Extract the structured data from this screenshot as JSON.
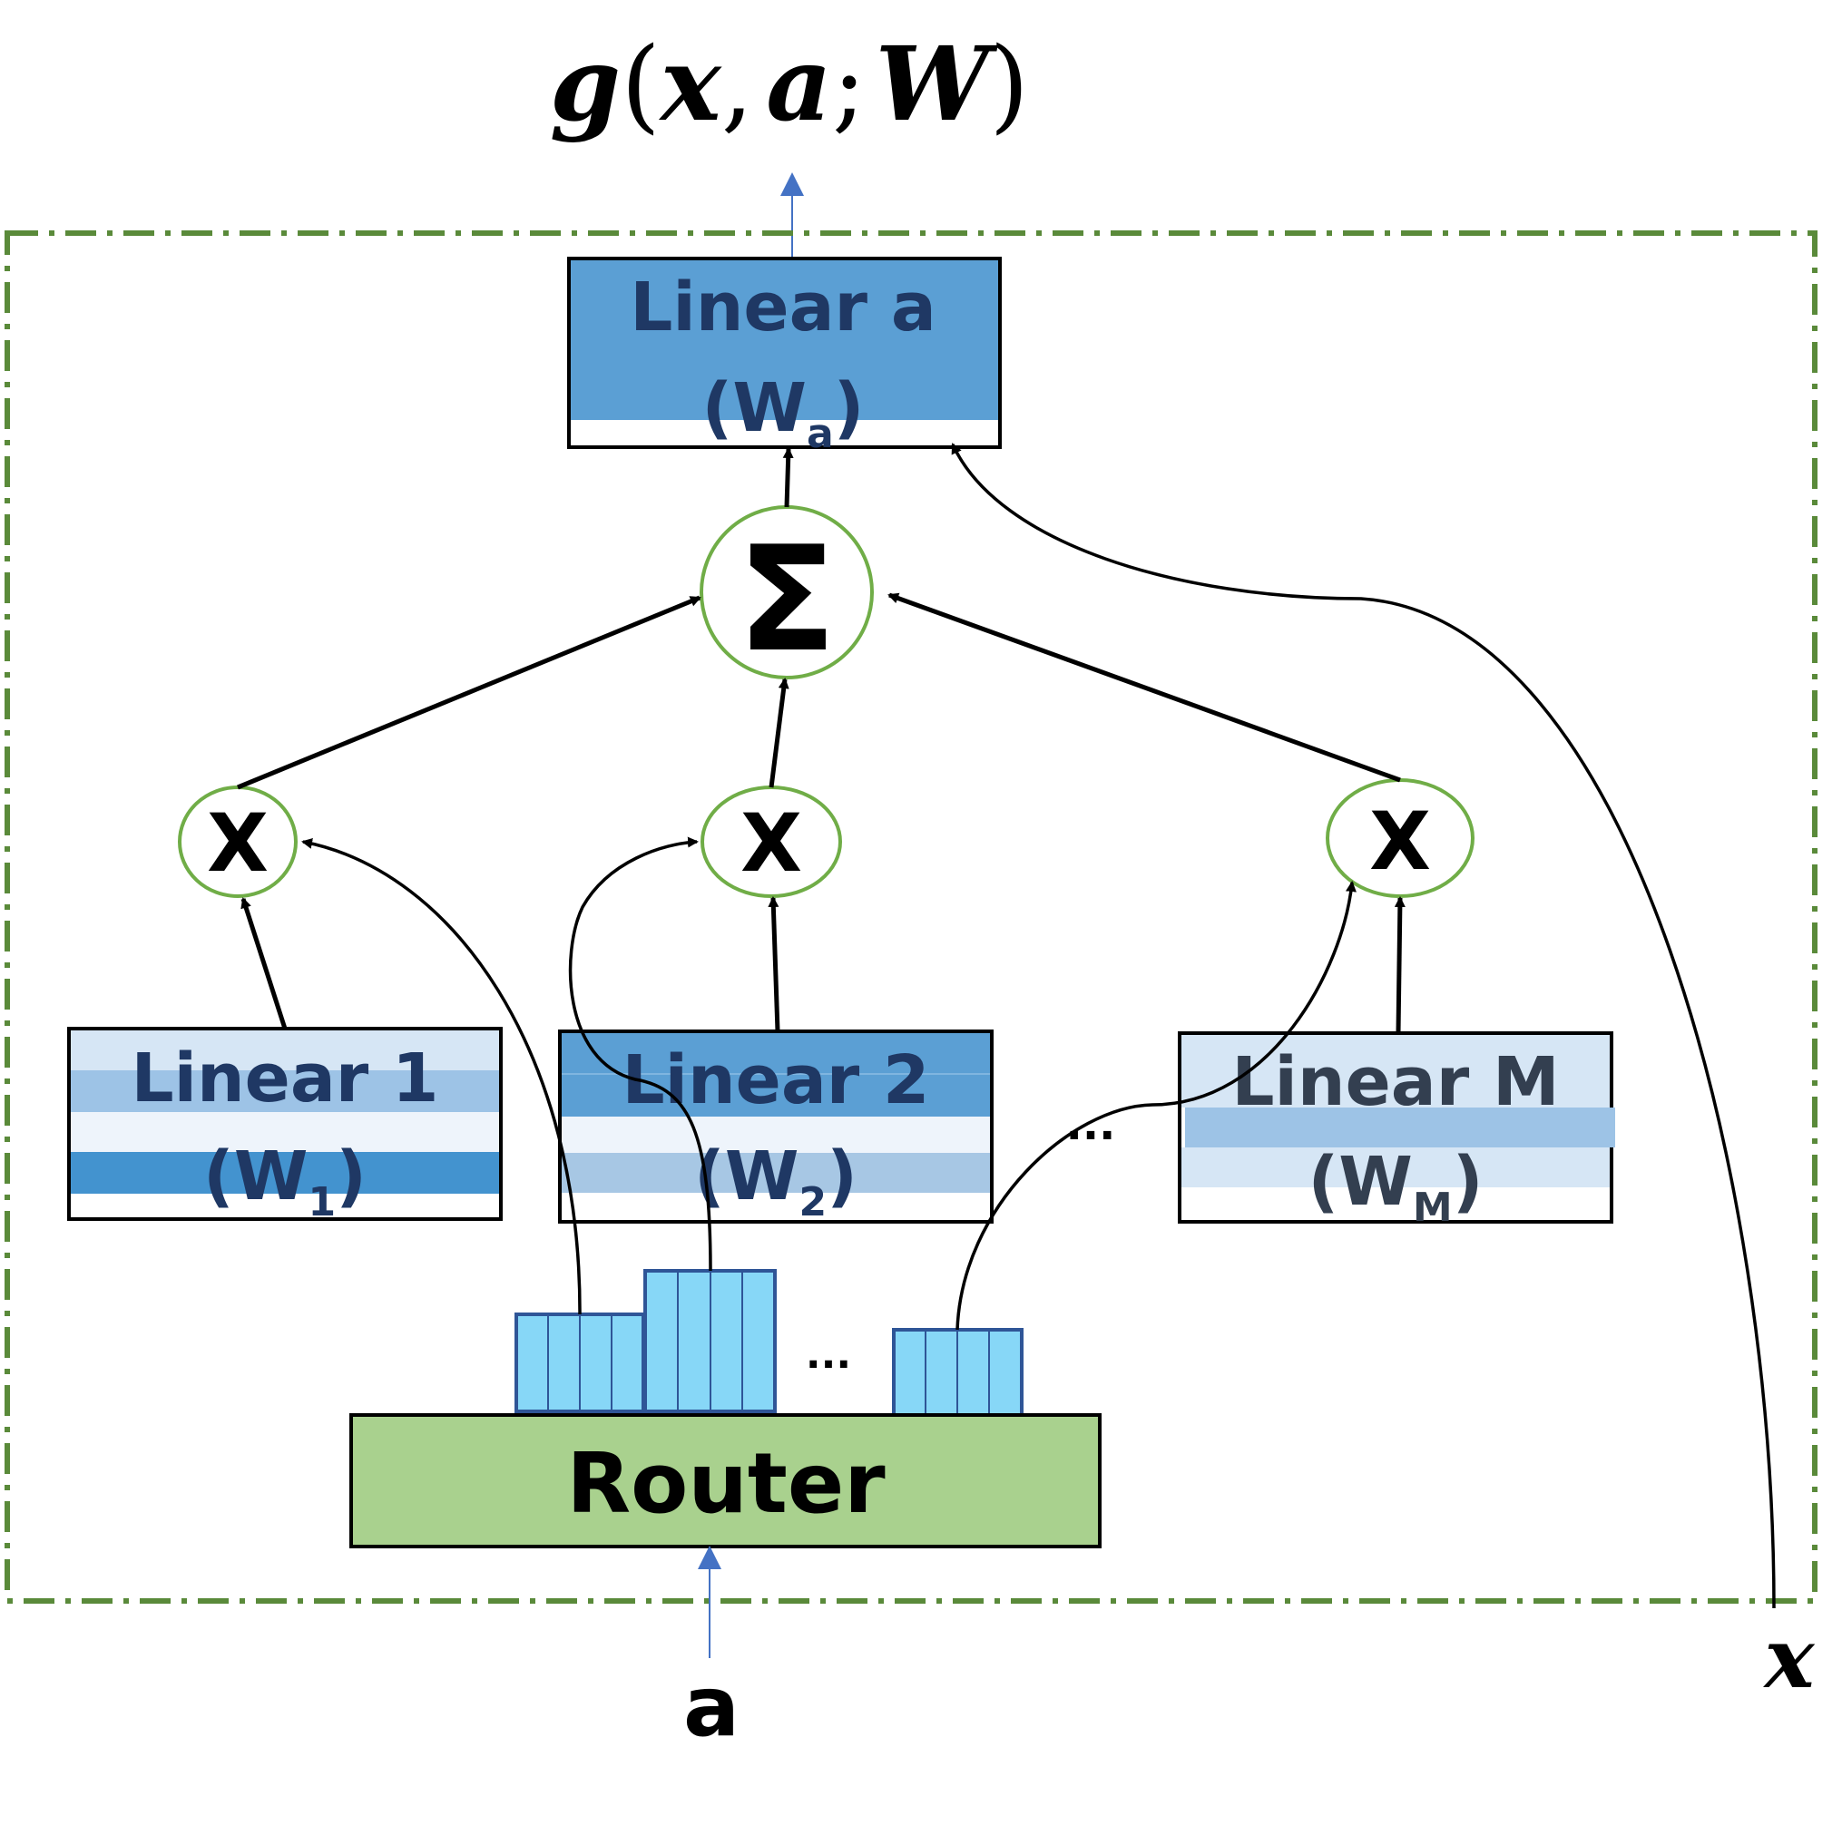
{
  "output_label": {
    "g": "g",
    "open": "(",
    "x": "x",
    "comma": ",",
    "a": "a",
    "semi": ";",
    "W": "W",
    "close": ")"
  },
  "blocks": {
    "linear_a": {
      "line1": "Linear a",
      "open": "(W",
      "sub": "a",
      "close": ")"
    },
    "linear_1": {
      "line1": "Linear 1",
      "open": "(W",
      "sub": "1",
      "close": ")"
    },
    "linear_2": {
      "line1": "Linear 2",
      "open": "(W",
      "sub": "2",
      "close": ")"
    },
    "linear_m": {
      "line1": "Linear M",
      "open": "(W",
      "sub": "M",
      "close": ")"
    }
  },
  "sum_symbol": "Σ",
  "multiply_symbol": "X",
  "ellipsis": "...",
  "router_label": "Router",
  "input_a": "a",
  "input_x": "x",
  "colors": {
    "dash_border": "#5a8a3a",
    "circle_stroke": "#70ad47",
    "router_fill": "#a9d18e",
    "dark_blue_fill": "#5b9fd4",
    "mid_blue_fill": "#9dc3e6",
    "light_blue_fill": "#d6e6f5",
    "pale_fill": "#eef4fb",
    "bar_fill": "#87d7f7",
    "bar_stroke": "#2f5597",
    "arrow_blue": "#4472c4",
    "text_dark_blue": "#1f3864"
  }
}
